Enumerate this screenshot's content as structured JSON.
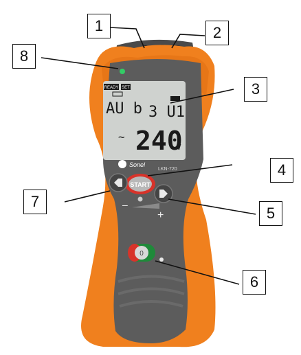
{
  "callouts": [
    "1",
    "2",
    "3",
    "4",
    "5",
    "6",
    "7",
    "8"
  ],
  "device": {
    "brand": "Sonel",
    "model": "LKN-720",
    "start_label": "START",
    "power_symbol": "0",
    "minus_symbol": "–",
    "plus_symbol": "+",
    "colors": {
      "body": "#f0801e",
      "face": "#5a5a5a",
      "lcd": "#cfd2cf",
      "start_ring": "#d8332a",
      "power_ring": "#1f8a3a"
    }
  },
  "lcd": {
    "ready_badge": "READY",
    "set_badge": "SET",
    "left_text": "AU b",
    "right_text": "3 U1",
    "tilde": "~",
    "value": "240",
    "unit": "V"
  }
}
